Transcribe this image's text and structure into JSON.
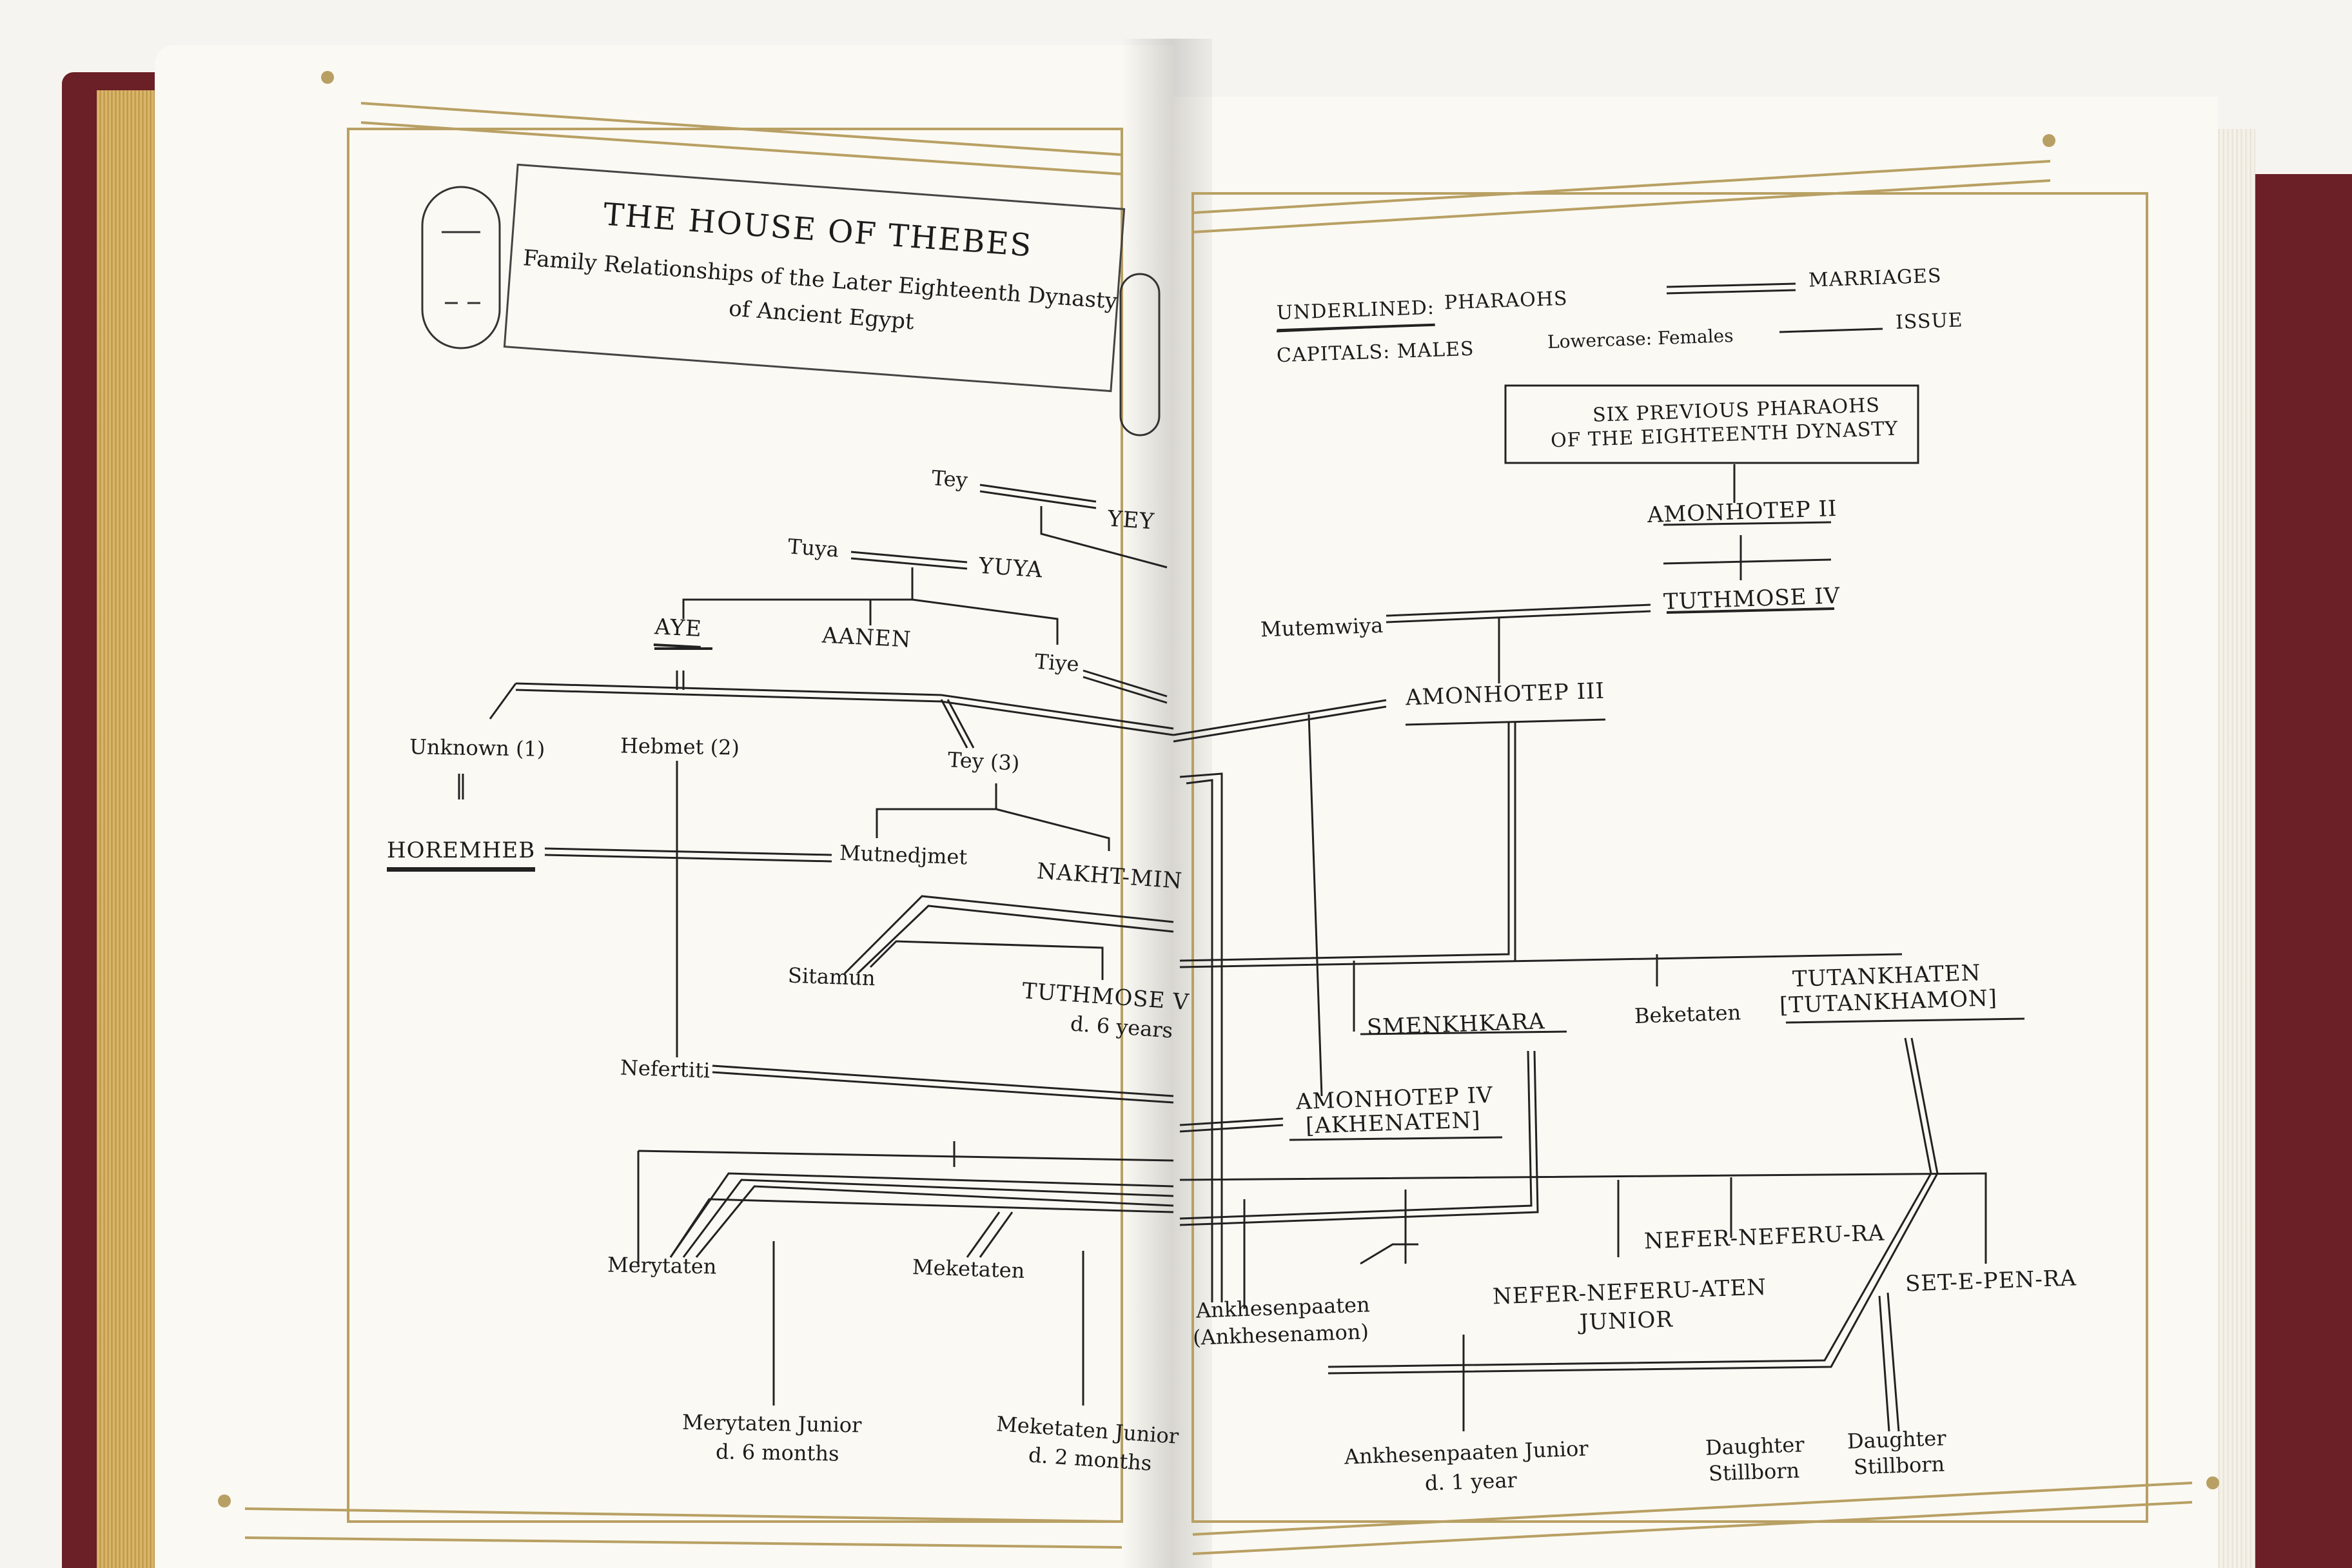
{
  "title": {
    "main": "THE HOUSE OF THEBES",
    "sub1": "Family Relationships of the Later Eighteenth Dynasty",
    "sub2": "of Ancient Egypt"
  },
  "legend": {
    "underlined": "UNDERLINED:",
    "pharaohs": "PHARAOHS",
    "capitals": "CAPITALS: MALES",
    "lowercase": "Lowercase: Females",
    "marriages": "MARRIAGES",
    "issue": "ISSUE"
  },
  "names": {
    "six_prev_1": "SIX PREVIOUS PHARAOHS",
    "six_prev_2": "OF THE EIGHTEENTH DYNASTY",
    "amonhotep2": "AMONHOTEP II",
    "tuthmose4": "TUTHMOSE IV",
    "mutemwiya": "Mutemwiya",
    "amonhotep3": "AMONHOTEP III",
    "tey1": "Tey",
    "yey": "YEY",
    "tuya": "Tuya",
    "yuya": "YUYA",
    "aye": "AYE",
    "aanen": "AANEN",
    "tiye": "Tiye",
    "unknown": "Unknown (1)",
    "hebmet": "Hebmet (2)",
    "tey3": "Tey (3)",
    "horemheb": "HOREMHEB",
    "mutnedjmet": "Mutnedjmet",
    "nakhtmin": "NAKHT-MIN",
    "sitamun": "Sitamun",
    "tuthmose5": "TUTHMOSE V",
    "tuthmose5_note": "d. 6 years",
    "nefertiti": "Nefertiti",
    "smenkhkara": "SMENKHKARA",
    "beketaten": "Beketaten",
    "tutankhaten": "TUTANKHATEN",
    "tutankhamon": "[TUTANKHAMON]",
    "amonhotep4": "AMONHOTEP IV",
    "akhenaten": "[AKHENATEN]",
    "merytaten": "Merytaten",
    "meketaten": "Meketaten",
    "ankh1": "Ankhesenpaaten",
    "ankh2": "(Ankhesenamon)",
    "neferneferura": "NEFER-NEFERU-RA",
    "neferaten1": "NEFER-NEFERU-ATEN",
    "neferaten2": "JUNIOR",
    "setepenra": "SET-E-PEN-RA",
    "merytatenjr": "Merytaten Junior",
    "merytatenjr_note": "d. 6 months",
    "meketatenjr": "Meketaten Junior",
    "meketatenjr_note": "d. 2 months",
    "ankhjr": "Ankhesenpaaten Junior",
    "ankhjr_note": "d. 1 year",
    "daughter": "Daughter",
    "stillborn": "Stillborn"
  },
  "colors": {
    "cover": "#6b1f26",
    "page": "#fbf9f3",
    "ink": "#1c1c1c",
    "ornament": "#b8a064"
  }
}
